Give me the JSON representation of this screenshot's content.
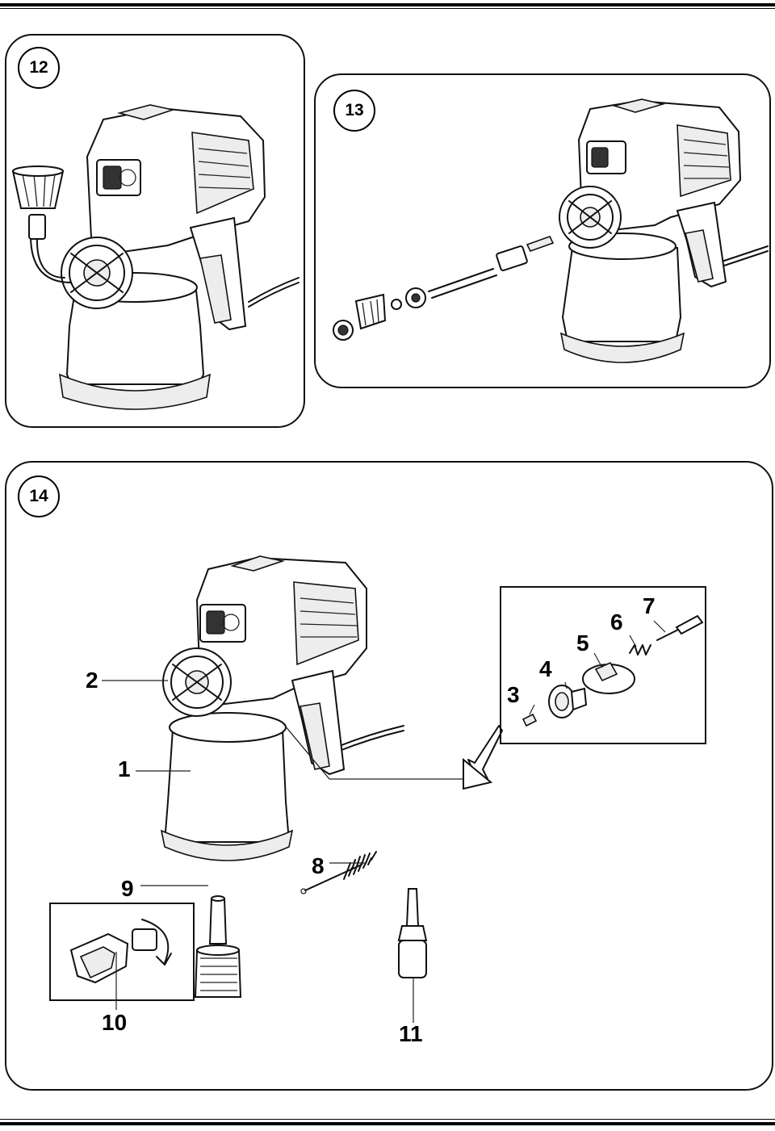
{
  "figures": [
    {
      "number": "12"
    },
    {
      "number": "13"
    },
    {
      "number": "14"
    }
  ],
  "callouts": {
    "c1": "1",
    "c2": "2",
    "c3": "3",
    "c4": "4",
    "c5": "5",
    "c6": "6",
    "c7": "7",
    "c8": "8",
    "c9": "9",
    "c10": "10",
    "c11": "11"
  }
}
